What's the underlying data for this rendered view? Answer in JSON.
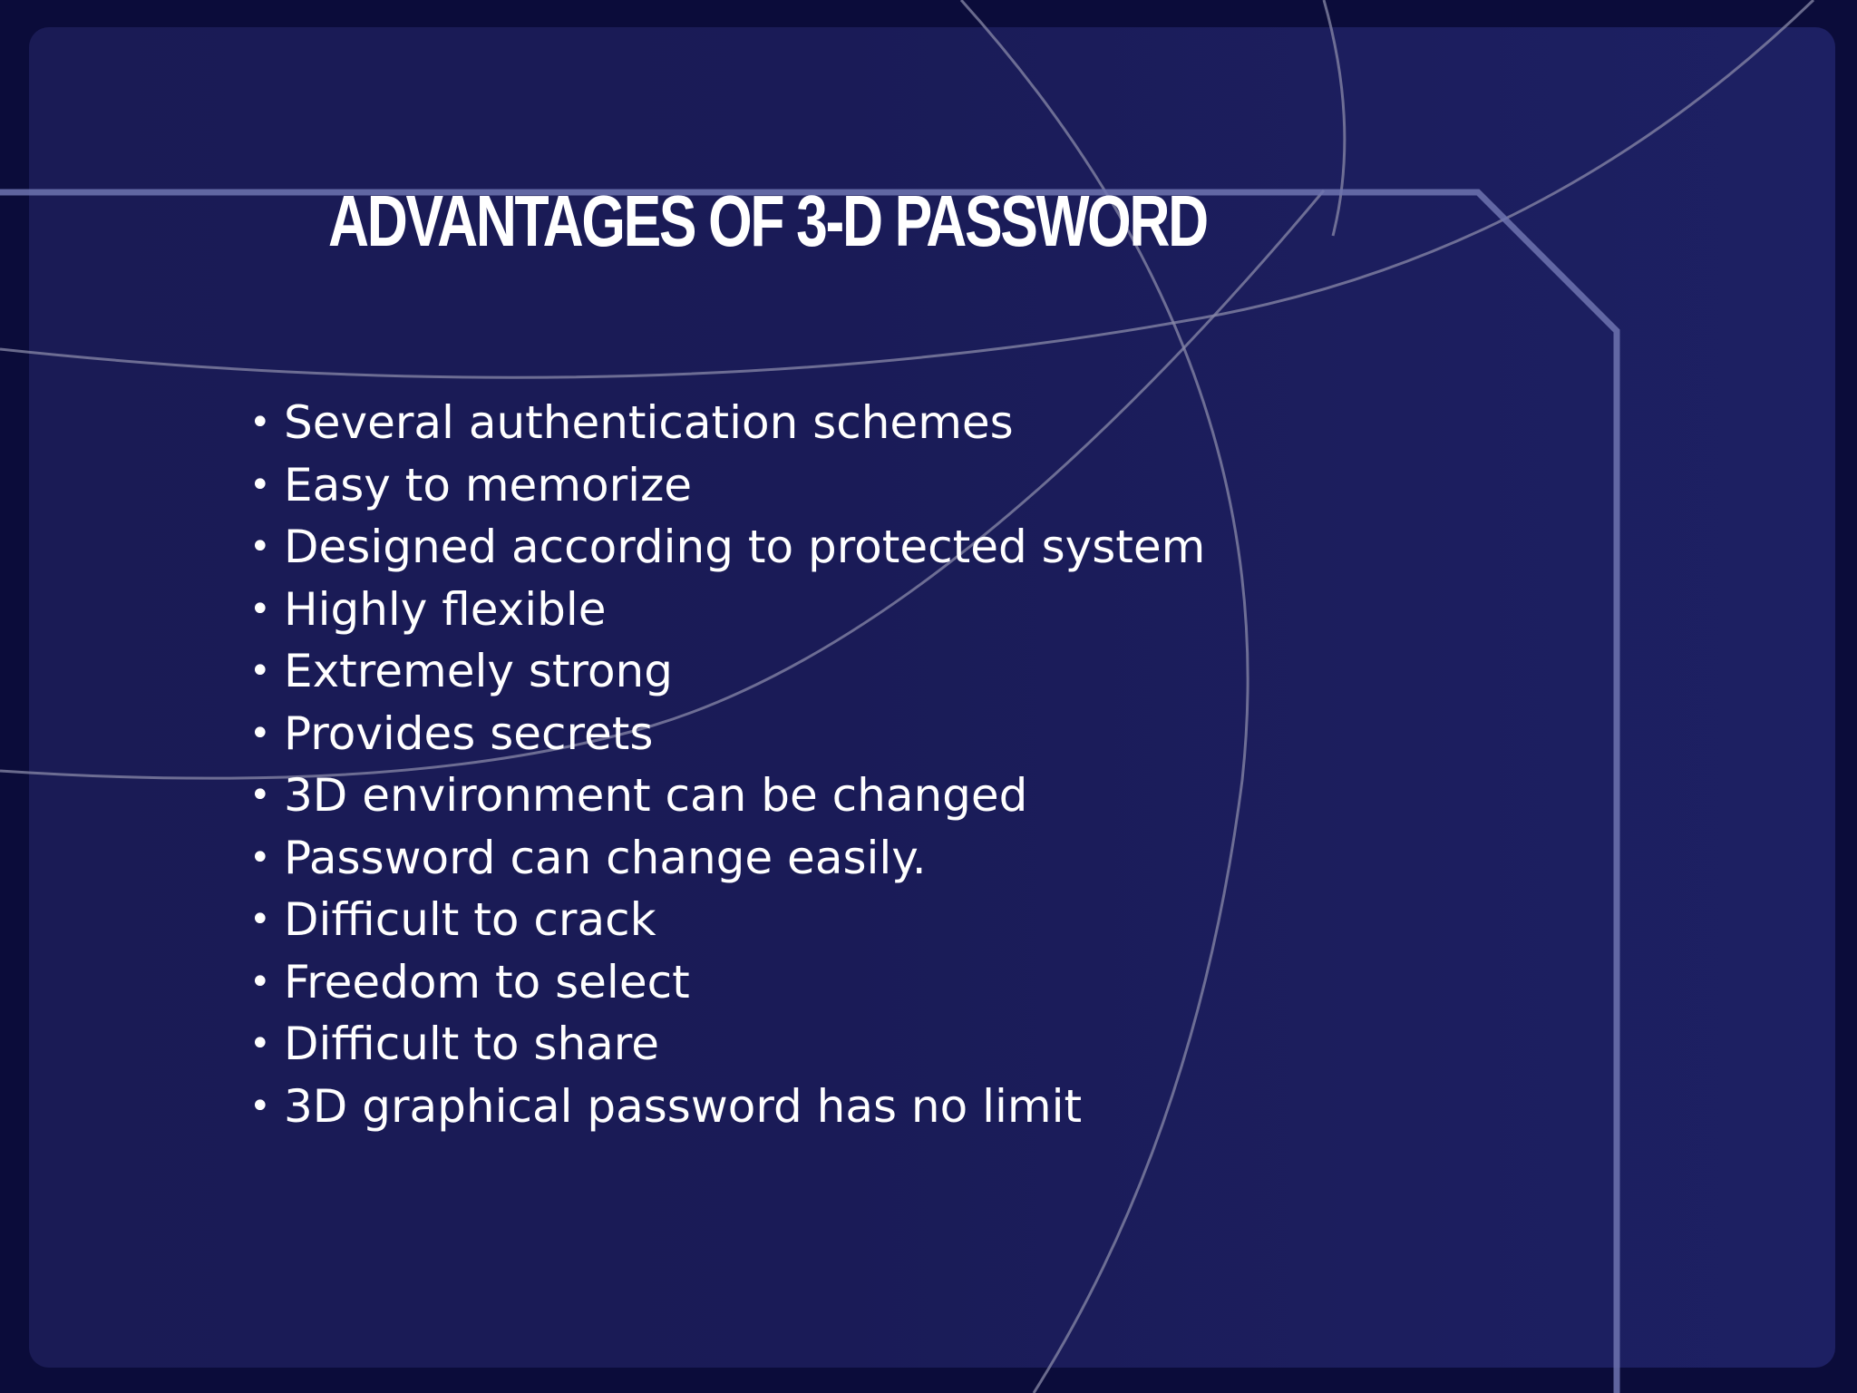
{
  "slide": {
    "title": "ADVANTAGES OF 3-D PASSWORD",
    "bullet_glyph": "•",
    "bullets": [
      "Several authentication schemes",
      "Easy to memorize",
      "Designed according to protected system",
      "Highly flexible",
      "Extremely strong",
      "Provides secrets",
      "3D environment can be changed",
      "Password can change easily.",
      "Difficult to crack",
      "Freedom to select",
      "Difficult to share",
      "3D graphical password has no limit"
    ]
  },
  "colors": {
    "outer_background": "#0b0c3a",
    "panel_background": "#1a1b57",
    "grid_line": "#3b4aa0",
    "arc_line": "#8a8aa8",
    "text": "#ffffff"
  }
}
